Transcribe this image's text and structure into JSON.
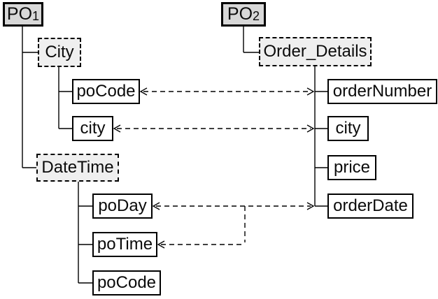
{
  "diagram_type": "schema-matching-tree",
  "colors": {
    "root_fill": "#d8d8d8",
    "group_fill": "#efefef",
    "leaf_fill": "#ffffff",
    "line": "#000000"
  },
  "nodes": {
    "po1": {
      "text": "PO",
      "sub": "1"
    },
    "po2": {
      "text": "PO",
      "sub": "2"
    },
    "city_group": {
      "label": "City"
    },
    "order_details": {
      "label": "Order_Details"
    },
    "datetime": {
      "label": "DateTime"
    },
    "pocode_top": {
      "label": "poCode"
    },
    "ordernumber": {
      "label": "orderNumber"
    },
    "city_left": {
      "label": "city"
    },
    "city_right": {
      "label": "city"
    },
    "price": {
      "label": "price"
    },
    "poday": {
      "label": "poDay"
    },
    "orderdate": {
      "label": "orderDate"
    },
    "potime": {
      "label": "poTime"
    },
    "pocode_bottom": {
      "label": "poCode"
    }
  },
  "tree": {
    "PO1": {
      "City": [
        "poCode",
        "city"
      ],
      "DateTime": [
        "poDay",
        "poTime",
        "poCode"
      ]
    },
    "PO2": {
      "Order_Details": [
        "orderNumber",
        "city",
        "price",
        "orderDate"
      ]
    }
  },
  "mappings": [
    {
      "from": "poCode",
      "to": "orderNumber",
      "style": "dashed-double-arrow"
    },
    {
      "from": "city",
      "to": "city",
      "style": "dashed-double-arrow"
    },
    {
      "from": "poDay",
      "to": "orderDate",
      "style": "dashed-double-arrow"
    },
    {
      "from": "poTime",
      "to": "orderDate",
      "style": "dashed-arrow-branch"
    }
  ]
}
